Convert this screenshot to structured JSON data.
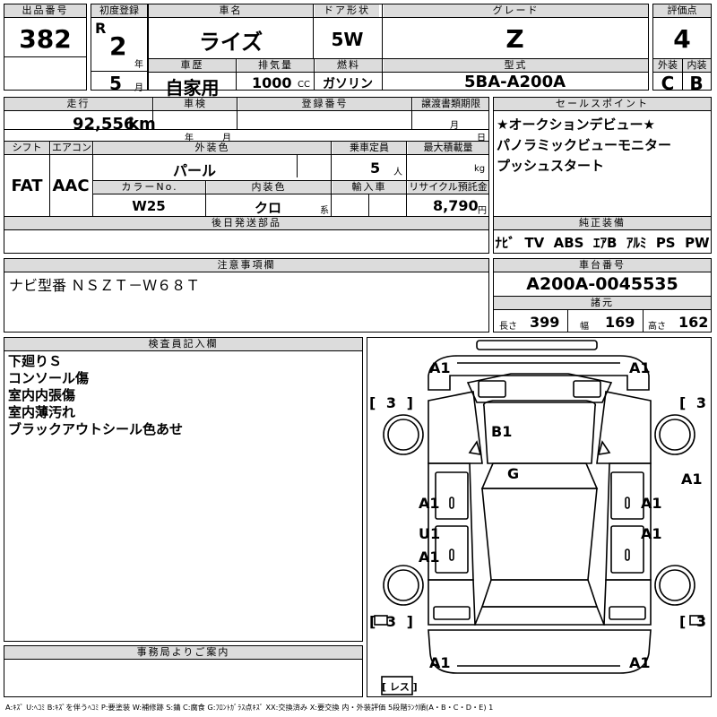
{
  "header": {
    "lot_number_label": "出品番号",
    "lot_number": "382",
    "first_reg_label": "初度登録",
    "era": "R",
    "reg_year": "2",
    "year_unit": "年",
    "reg_month": "5",
    "month_unit": "月",
    "car_name_label": "車名",
    "car_name": "ライズ",
    "door_label": "ドア形状",
    "door": "5W",
    "grade_label": "グレード",
    "grade": "Z",
    "score_label": "評価点",
    "score": "4",
    "history_label": "車歴",
    "history": "自家用",
    "displacement_label": "排気量",
    "displacement": "1000",
    "displacement_unit": "CC",
    "fuel_label": "燃料",
    "fuel": "ガソリン",
    "model_label": "型式",
    "model": "5BA-A200A",
    "exterior_label": "外装",
    "exterior": "C",
    "interior_label": "内装",
    "interior": "B"
  },
  "specs": {
    "mileage_label": "走行",
    "mileage": "92,556",
    "mileage_unit": "km",
    "inspection_label": "車検",
    "insp_year_unit": "年",
    "insp_month_unit": "月",
    "regno_label": "登録番号",
    "transfer_label": "譲渡書類期限",
    "transfer_month_unit": "月",
    "transfer_day_unit": "日",
    "shift_label": "シフト",
    "shift": "FAT",
    "ac_label": "エアコン",
    "ac": "AAC",
    "color_label": "外装色",
    "color": "パール",
    "capacity_label": "乗車定員",
    "capacity": "5",
    "capacity_unit": "人",
    "load_label": "最大積載量",
    "load_unit": "kg",
    "color_no_label": "カラーNo.",
    "color_no": "W25",
    "int_color_label": "内装色",
    "int_color": "クロ",
    "int_color_unit": "系",
    "import_label": "輸入車",
    "recycle_label": "リサイクル預託金",
    "recycle": "8,790",
    "recycle_unit": "円"
  },
  "later_parts_label": "後日発送部品",
  "sales_points": {
    "label": "セールスポイント",
    "items": [
      "★オークションデビュー★",
      "パノラミックビューモニター",
      "プッシュスタート"
    ]
  },
  "equipment": {
    "label": "純正装備",
    "items": [
      "ﾅﾋﾞ",
      "TV",
      "ABS",
      "ｴｱB",
      "ｱﾙﾐ",
      "PS",
      "PW"
    ]
  },
  "notes": {
    "label": "注意事項欄",
    "text": "ナビ型番 ＮＳＺＴ－Ｗ６８Ｔ"
  },
  "chassis": {
    "label": "車台番号",
    "number": "A200A-0045535"
  },
  "dimensions": {
    "label": "諸元",
    "length_label": "長さ",
    "length": "399",
    "width_label": "幅",
    "width": "169",
    "height_label": "高さ",
    "height": "162"
  },
  "inspector": {
    "label": "検査員記入欄",
    "lines": [
      "下廻りＳ",
      "コンソール傷",
      "室内内張傷",
      "室内薄汚れ",
      "ブラックアウトシール色あせ"
    ]
  },
  "office": {
    "label": "事務局よりご案内"
  },
  "damage_map": {
    "marks": {
      "front_left": "A1",
      "front_right": "A1",
      "hood": "B1",
      "roof": "G",
      "right_fender": "A1",
      "left_front_door": "A1",
      "right_front_door": "A1",
      "left_sill": "U1",
      "left_rear_door": "A1",
      "right_rear_door": "A1",
      "rear_left": "A1",
      "rear_right": "A1"
    },
    "tire_marks": {
      "front_left": "[ 3 ]",
      "front_right": "[ 3 ]",
      "rear_left": "[ 3 ]",
      "rear_right": "[ 3 ]"
    },
    "spare": "[ レス ]"
  },
  "legend": "A:ｷｽﾞ U:ﾍｺﾐ B:ｷｽﾞを伴うﾍｺﾐ P:要塗装 W:補修跡 S:錆 C:腐食 G:ﾌﾛﾝﾄｶﾞﾗｽ点ｷｽﾞ XX:交換済み X:要交換 内・外装評価 5段階ﾗﾝｸ順(A・B・C・D・E) 1"
}
